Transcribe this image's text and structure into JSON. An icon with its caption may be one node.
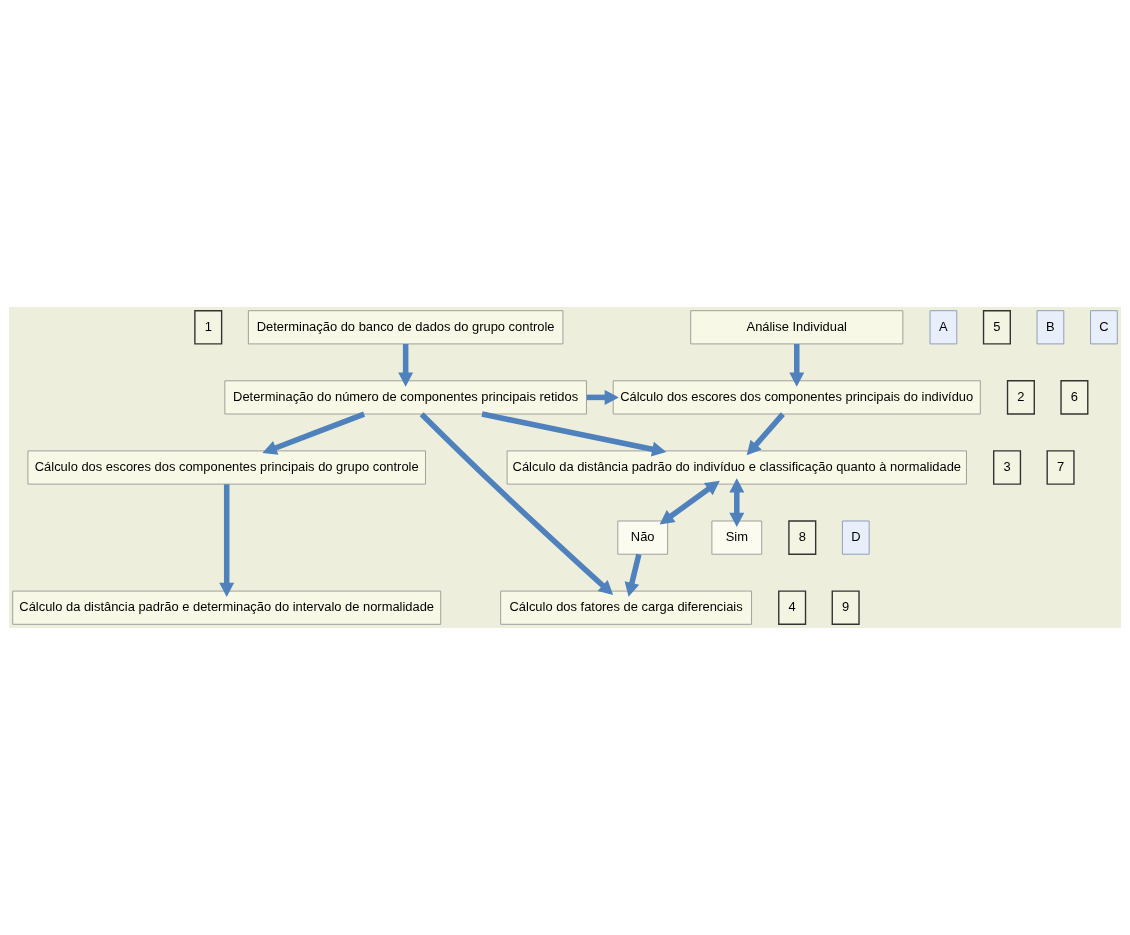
{
  "diagram": {
    "nodes": [
      {
        "text": [
          "1"
        ]
      },
      {
        "text": [
          "Determinação do banco de dados do grupo controle"
        ]
      },
      {
        "text": [
          "A"
        ]
      },
      {
        "text": [
          "Análise Individual"
        ]
      },
      {
        "text": [
          "5"
        ]
      },
      {
        "text": [
          "B"
        ]
      },
      {
        "text": [
          "2"
        ]
      },
      {
        "text": [
          "Determinação do número de componentes principais retidos"
        ]
      },
      {
        "text": [
          "Cálculo dos escores dos componentes principais do indivíduo"
        ]
      },
      {
        "text": [
          "6"
        ]
      },
      {
        "text": [
          "C"
        ]
      },
      {
        "text": [
          "3"
        ]
      },
      {
        "text": [
          "Cálculo dos escores dos componentes principais do grupo controle"
        ]
      },
      {
        "text": [
          "Cálculo da distância padrão do indivíduo e classificação quanto à normalidade"
        ]
      },
      {
        "text": [
          "7"
        ]
      },
      {
        "text": [
          "Não"
        ]
      },
      {
        "text": [
          "Sim"
        ]
      },
      {
        "text": [
          "8"
        ]
      },
      {
        "text": [
          "D"
        ]
      },
      {
        "text": [
          "4"
        ]
      },
      {
        "text": [
          "Cálculo da distância padrão e determinação do intervalo de normalidade"
        ]
      },
      {
        "text": [
          "Cálculo dos fatores de carga diferenciais"
        ]
      },
      {
        "text": [
          "9"
        ]
      }
    ],
    "edges": [
      {
        "from": 1,
        "to": 7,
        "arrow": "to"
      },
      {
        "from": 3,
        "to": 8,
        "arrow": "to"
      },
      {
        "from": 7,
        "to": 8,
        "arrow": "to"
      },
      {
        "from": 7,
        "to": 12,
        "arrow": "to"
      },
      {
        "from": 7,
        "to": 13,
        "arrow": "to"
      },
      {
        "from": 7,
        "to": 21,
        "arrow": "to"
      },
      {
        "from": 8,
        "to": 13,
        "arrow": "to"
      },
      {
        "from": 12,
        "to": 20,
        "arrow": "to"
      },
      {
        "from": 13,
        "to": 15,
        "arrow": "both"
      },
      {
        "from": 13,
        "to": 16,
        "arrow": "both"
      },
      {
        "from": 15,
        "to": 21,
        "arrow": "to"
      }
    ]
  }
}
